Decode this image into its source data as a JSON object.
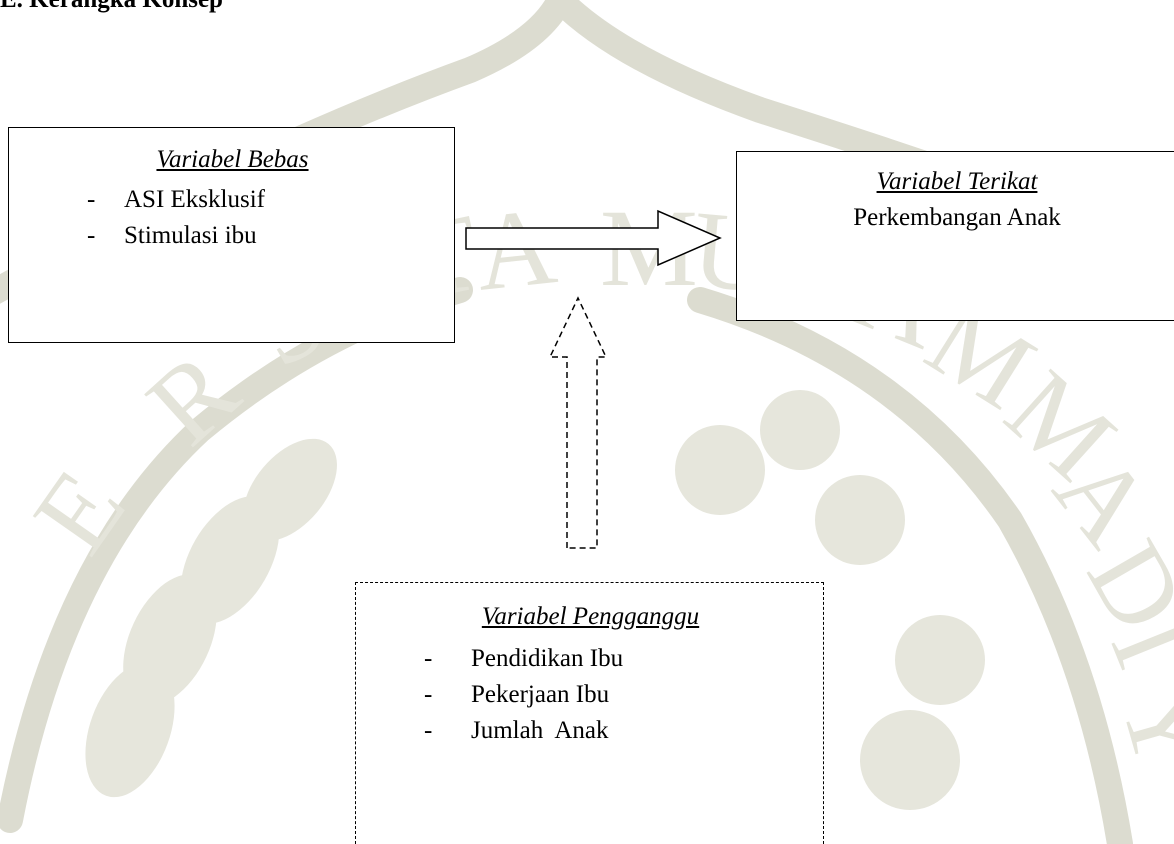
{
  "heading": "E.  Kerangka Konsep",
  "independent": {
    "title": "Variabel Bebas",
    "items": [
      "ASI Eksklusif",
      "Stimulasi ibu"
    ]
  },
  "dependent": {
    "title": "Variabel Terikat",
    "text": "Perkembangan Anak"
  },
  "confounding": {
    "title": "Variabel Pengganggu",
    "items": [
      "Pendidikan Ibu",
      "Pekerjaan Ibu",
      "Jumlah  Anak"
    ]
  },
  "bullet": "-",
  "watermark_color": "#dcdcd0",
  "watermark_lettering": "UNIVERSITAS MUHAMMADIYAH"
}
